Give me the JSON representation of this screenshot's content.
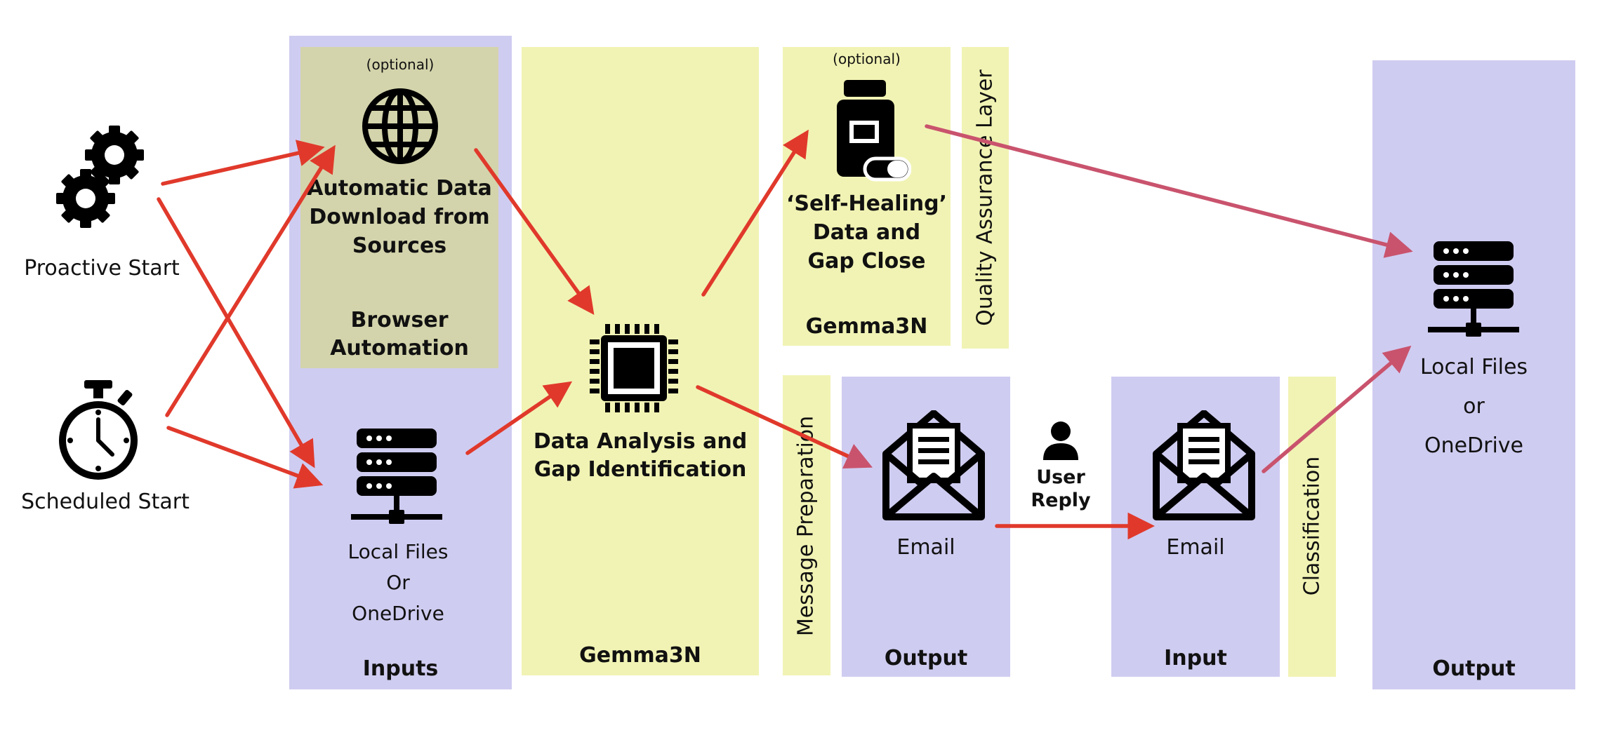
{
  "triggers": {
    "proactive_label": "Proactive Start",
    "scheduled_label": "Scheduled Start"
  },
  "inputs": {
    "title": "Inputs",
    "browser_optional": "(optional)",
    "browser_task": [
      "Automatic Data",
      "Download from",
      "Sources"
    ],
    "browser_label": [
      "Browser",
      "Automation"
    ],
    "local_files": [
      "Local Files",
      "Or",
      "OneDrive"
    ]
  },
  "analysis": {
    "title": "Gemma3N",
    "task": [
      "Data Analysis and",
      "Gap Identification"
    ]
  },
  "self_healing": {
    "optional": "(optional)",
    "task": [
      "‘Self-Healing’",
      "Data  and",
      "Gap Close"
    ],
    "title": "Gemma3N"
  },
  "layers": {
    "quality": "Quality Assurance Layer",
    "message": "Message Preparation",
    "classification": "Classification"
  },
  "email_out": {
    "label": "Email",
    "title": "Output"
  },
  "user_reply": [
    "User",
    "Reply"
  ],
  "email_in": {
    "label": "Email",
    "title": "Input"
  },
  "final_output": {
    "local_files": [
      "Local Files",
      "or",
      "OneDrive"
    ],
    "title": "Output"
  },
  "colors": {
    "purple_panel": "#cfccf1",
    "yellow_panel": "#f1f3b4",
    "olive_panel": "#d4d4ac",
    "arrow_red": "#e0392b",
    "arrow_pink": "#c9536d"
  }
}
